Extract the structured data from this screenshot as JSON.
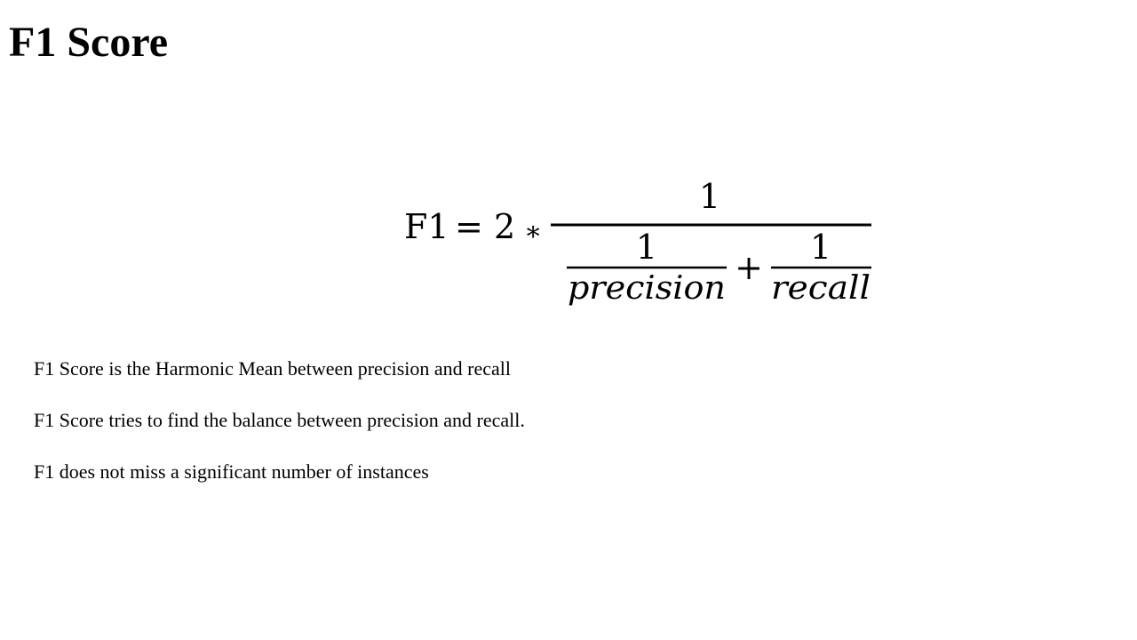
{
  "slide": {
    "title": "F1 Score"
  },
  "formula": {
    "lhs": "F1",
    "equals": "=",
    "coefficient": "2",
    "multiply": "∗",
    "outer_numerator": "1",
    "inner_numerator_left": "1",
    "inner_denominator_left": "precision",
    "plus": "+",
    "inner_numerator_right": "1",
    "inner_denominator_right": "recall"
  },
  "bullets": [
    "F1 Score is the Harmonic Mean between precision and recall",
    "F1 Score tries to find the balance between precision and recall.",
    "F1 does not miss a significant number of instances"
  ]
}
